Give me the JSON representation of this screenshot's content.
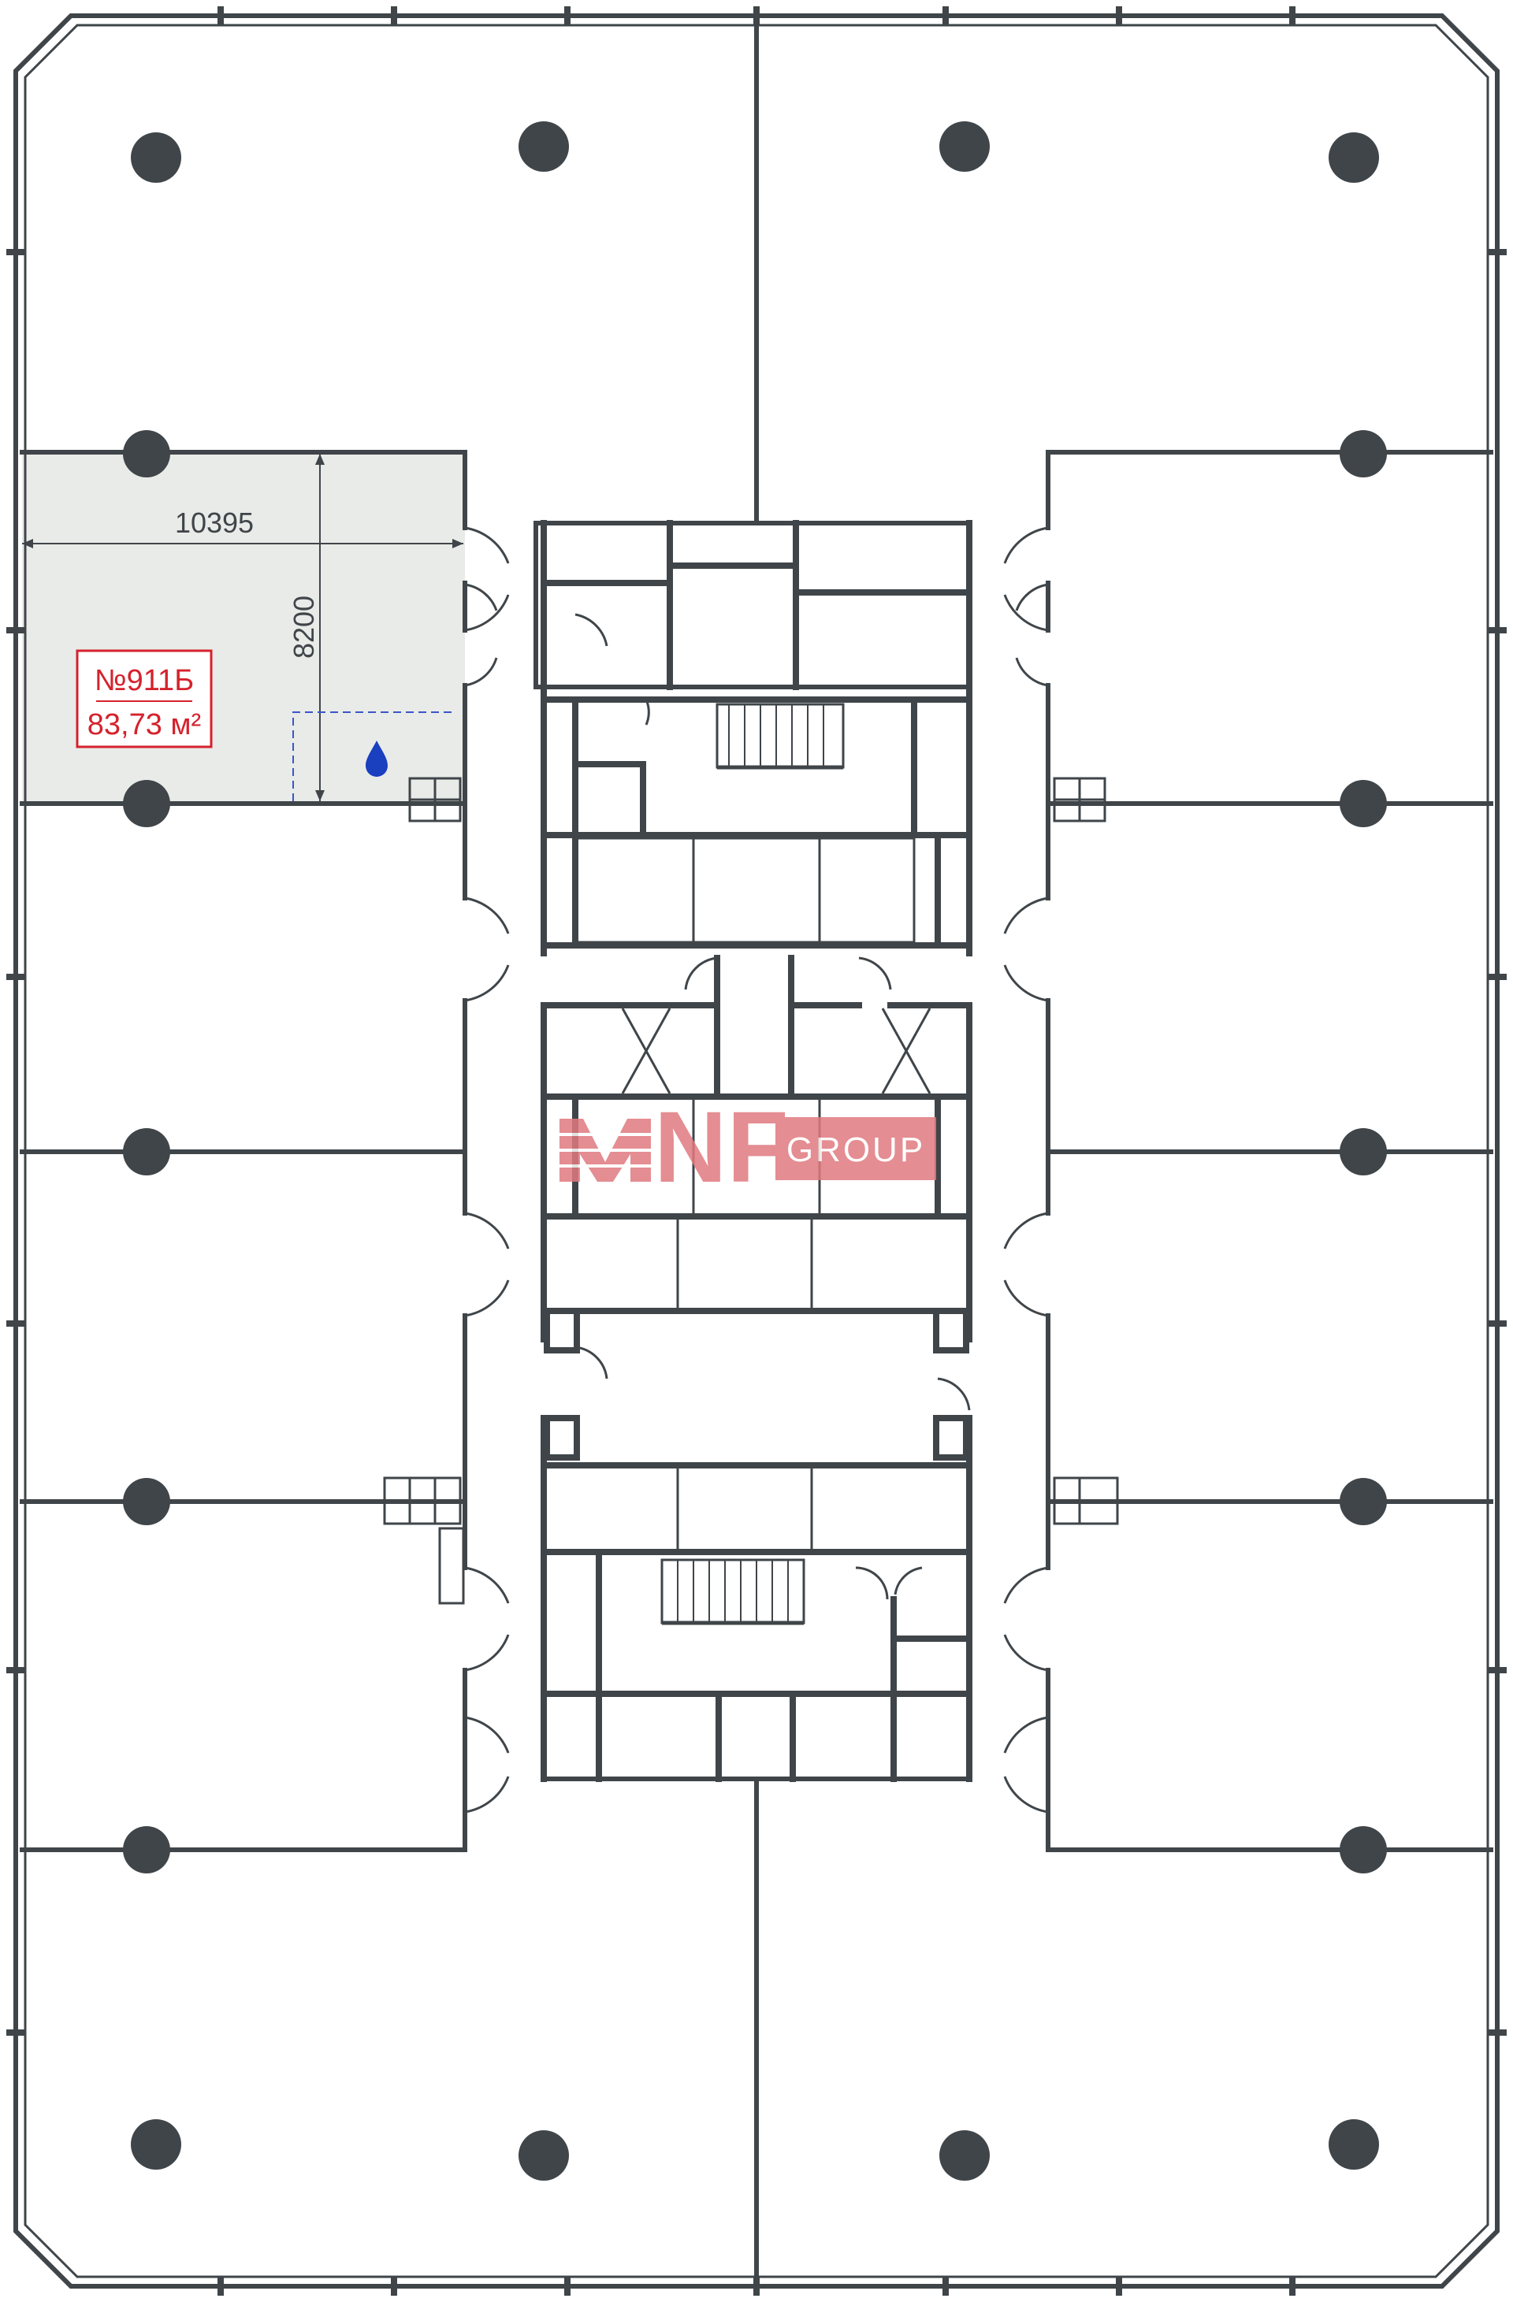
{
  "unit": {
    "number": "№911Б",
    "area": "83,73 м²",
    "width": "10395",
    "depth": "8200",
    "highlight_color": "#e9ebe8",
    "label_color": "#d5222c"
  },
  "watermark": {
    "brand": "NF",
    "group": "GROUP",
    "color": "#e07a80"
  },
  "icons": {
    "water_point": "water-drop-icon"
  },
  "colors": {
    "walls": "#3f4549",
    "water": "#1a3fbf"
  }
}
